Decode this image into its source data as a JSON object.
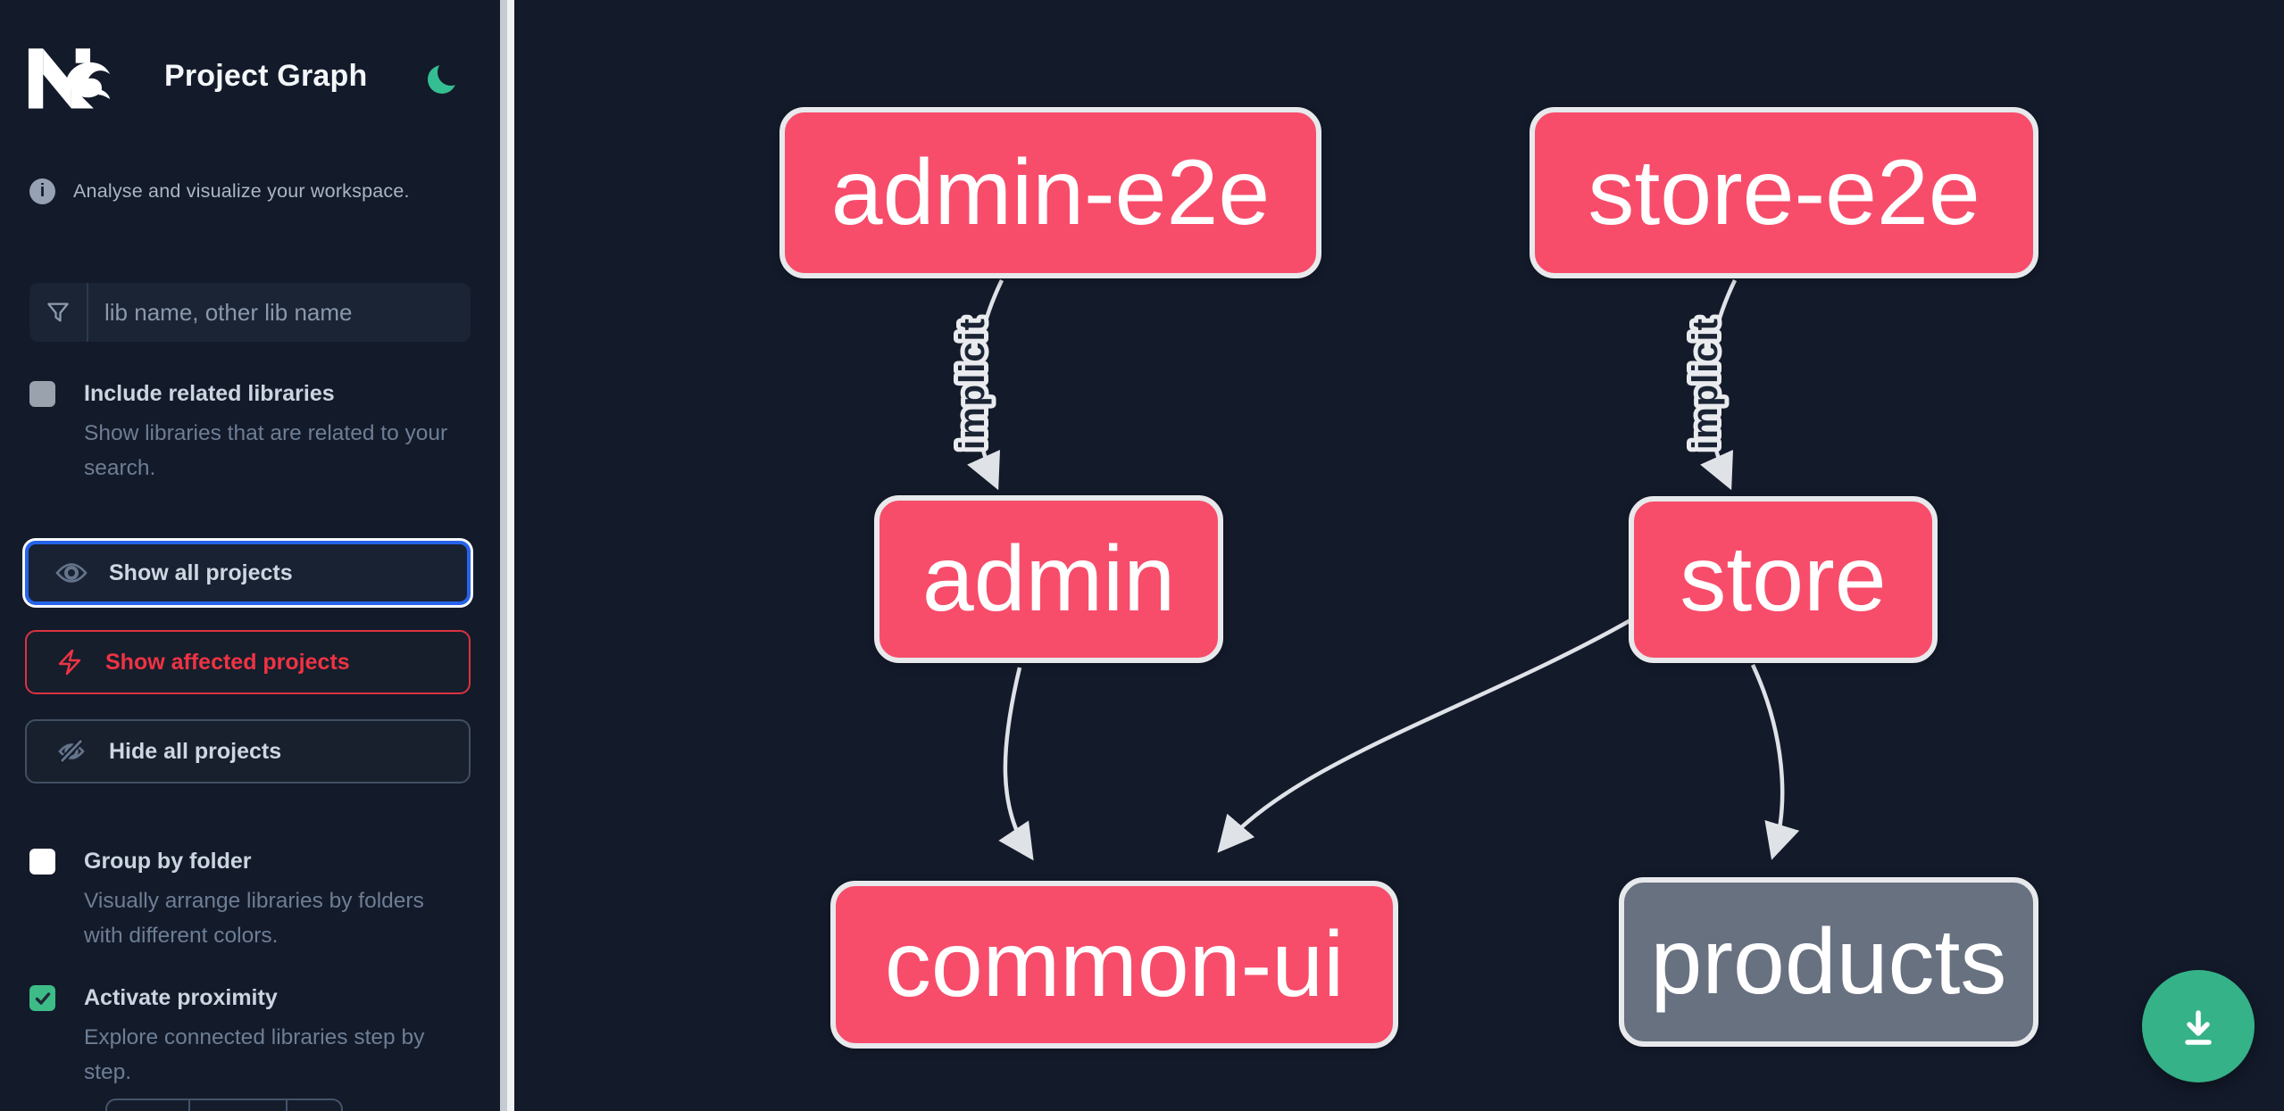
{
  "header": {
    "title": "Project Graph",
    "logo": "nx-logo",
    "theme_icon": "moon-icon"
  },
  "sidebar": {
    "tagline": "Analyse and visualize your workspace.",
    "search": {
      "placeholder": "lib name, other lib name",
      "value": "",
      "icon": "funnel-icon"
    },
    "options": [
      {
        "label": "Include related libraries",
        "description": "Show libraries that are related to your search.",
        "checked": false
      },
      {
        "label": "Group by folder",
        "description": "Visually arrange libraries by folders with different colors.",
        "checked": false
      },
      {
        "label": "Activate proximity",
        "description": "Explore connected libraries step by step.",
        "checked": true
      }
    ],
    "actions": [
      {
        "label": "Show all projects",
        "icon": "eye-icon",
        "state": "focused"
      },
      {
        "label": "Show affected projects",
        "icon": "bolt-icon",
        "state": "affected"
      },
      {
        "label": "Hide all projects",
        "icon": "eye-off-icon",
        "state": "default"
      }
    ]
  },
  "graph": {
    "nodes": [
      {
        "id": "admin-e2e",
        "label": "admin-e2e",
        "color": "#f74d6b"
      },
      {
        "id": "store-e2e",
        "label": "store-e2e",
        "color": "#f74d6b"
      },
      {
        "id": "admin",
        "label": "admin",
        "color": "#f74d6b"
      },
      {
        "id": "store",
        "label": "store",
        "color": "#f74d6b"
      },
      {
        "id": "common-ui",
        "label": "common-ui",
        "color": "#f74d6b"
      },
      {
        "id": "products",
        "label": "products",
        "color": "#687180"
      }
    ],
    "edges": [
      {
        "from": "admin-e2e",
        "to": "admin",
        "label": "implicit"
      },
      {
        "from": "store-e2e",
        "to": "store",
        "label": "implicit"
      },
      {
        "from": "admin",
        "to": "common-ui",
        "label": ""
      },
      {
        "from": "store",
        "to": "common-ui",
        "label": ""
      },
      {
        "from": "store",
        "to": "products",
        "label": ""
      }
    ]
  },
  "fab": {
    "icon": "download-icon"
  },
  "colors": {
    "background": "#131a2a",
    "node_pink": "#f74d6b",
    "node_gray": "#687180",
    "node_border": "#e7e9ec",
    "edge_gray": "#dfe2e7",
    "emerald": "#34be92",
    "focus_blue": "#2563eb",
    "affected_red": "#ee3343"
  }
}
